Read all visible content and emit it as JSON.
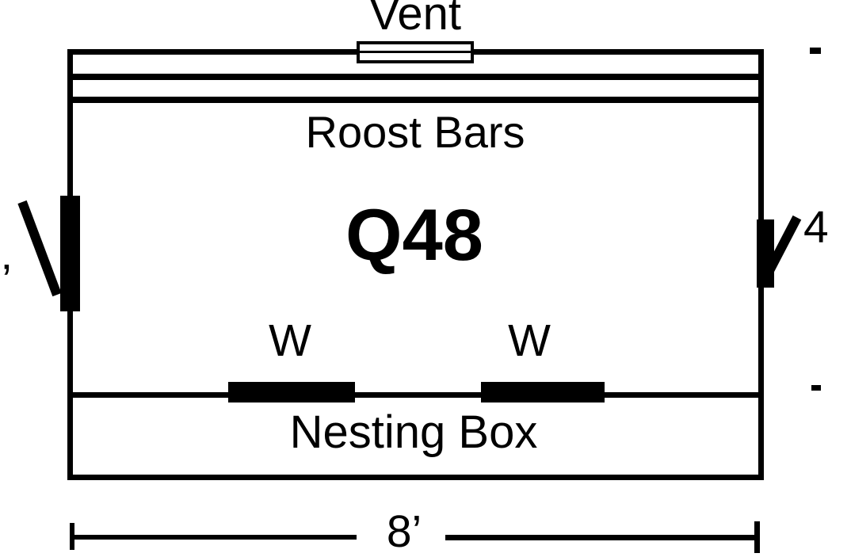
{
  "colors": {
    "line": "#000000",
    "background": "#ffffff"
  },
  "labels": {
    "vent": "Vent",
    "roost_bars": "Roost Bars",
    "model": "Q48",
    "window_left": "W",
    "window_right": "W",
    "nesting_box": "Nesting Box"
  },
  "dimensions": {
    "width_label": "8’",
    "right_height_partial": "4",
    "left_partial": "’"
  }
}
